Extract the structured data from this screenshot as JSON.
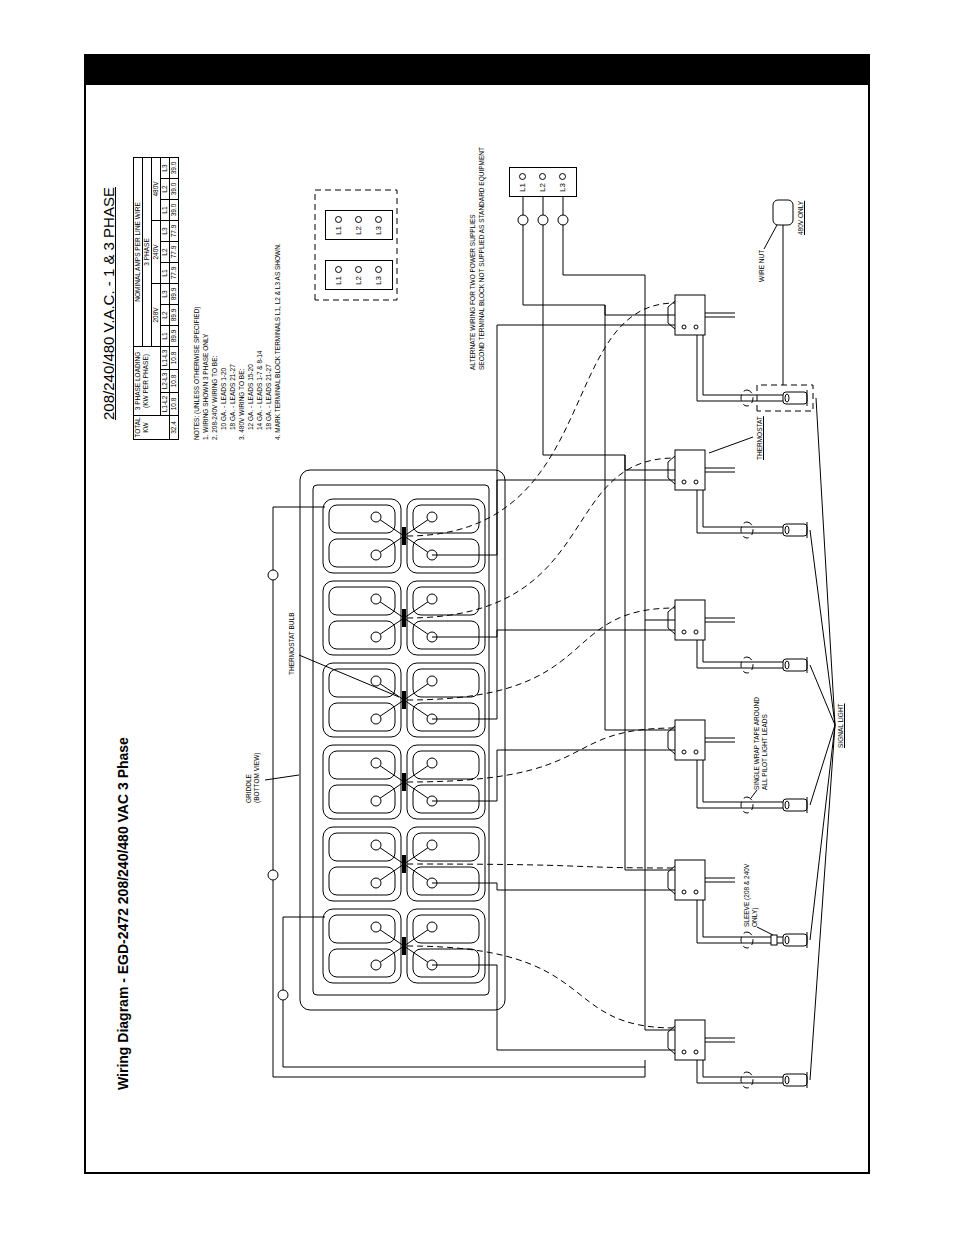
{
  "diagram": {
    "title": "Wiring Diagram - EGD-2472 208/240/480 VAC 3 Phase",
    "nodes": [
      {
        "text": [
          "L1",
          "L2",
          "L3"
        ]
      },
      {
        "text": [
          "L1",
          "L2",
          "L3"
        ]
      },
      {
        "text": [
          "L1",
          "L2",
          "L3"
        ]
      }
    ],
    "labels": [
      "208/240/480 V.A.C. - 1 & 3 PHASE",
      "TOTAL KW",
      "3 PHASE LOADING (KW PER PHASE)",
      "NOMINAL AMPS PER LINE WIRE",
      "3 PHASE",
      "208V",
      "240V",
      "480V",
      "L1-L2",
      "L2-L3",
      "L1-L3",
      "L1",
      "L2",
      "L3",
      "L1",
      "L2",
      "L3",
      "L1",
      "L2",
      "L3",
      "32.4",
      "10.8",
      "10.8",
      "10.8",
      "89.9",
      "89.9",
      "89.9",
      "77.9",
      "77.9",
      "77.9",
      "39.0",
      "39.0",
      "39.0",
      "NOTES: (UNLESS OTHERWISE SPECIFIED)",
      "1. WIRING SHOWN 3 PHASE ONLY",
      "2. 208-240V WIRING TO BE:",
      "10 GA. - LEADS 1-20",
      "18 GA. - LEADS 21-27",
      "3. 480V WIRING TO BE:",
      "12 GA. - LEADS 15-20",
      "14 GA. - LEADS 1-7 & 8-14",
      "18 GA. - LEADS 21-27",
      "4. MARK TERMINAL BLOCK TERMINALS L1, L2 & L3 AS SHOWN.",
      "ALTERNATE WIRING FOR TWO POWER SUPPLIES",
      "SECOND TERMINAL BLOCK NOT SUPPLIED AS STANDARD EQUIPMENT",
      "WIRE NUT",
      "480V ONLY",
      "THERMOSTAT",
      "THERMOSTAT BULB",
      "GRIDDLE (BOTTOM VIEW)",
      "SINGLE WRAP TAPE AROUND ALL PILOT LIGHT LEADS",
      "SLEEVE (208 & 240V ONLY)",
      "SIGNAL LIGHT"
    ]
  }
}
